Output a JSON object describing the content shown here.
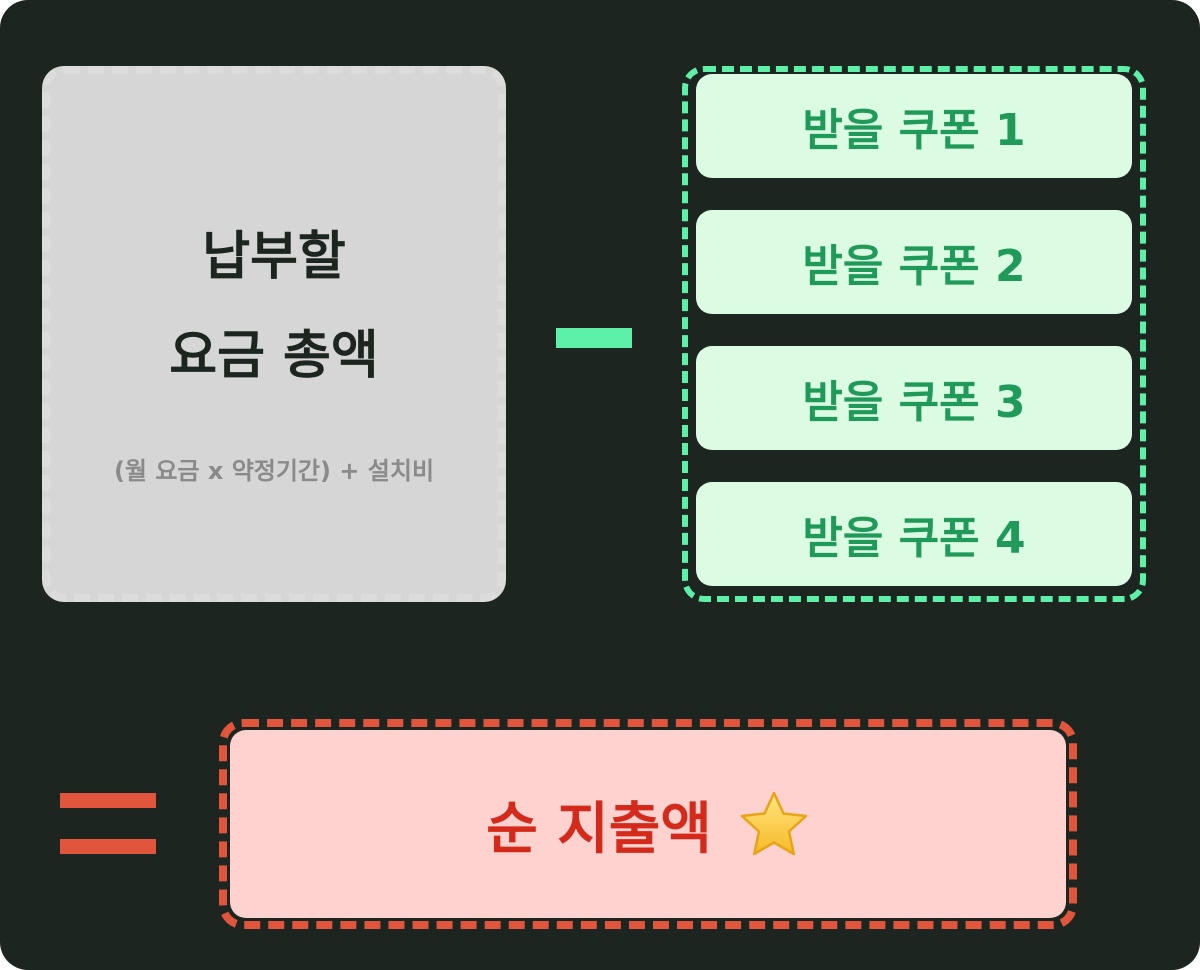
{
  "total": {
    "title_line1": "납부할",
    "title_line2": "요금 총액",
    "subtitle": "(월 요금 x 약정기간) + 설치비"
  },
  "coupons": [
    {
      "label": "받을 쿠폰 1"
    },
    {
      "label": "받을 쿠폰 2"
    },
    {
      "label": "받을 쿠폰 3"
    },
    {
      "label": "받을 쿠폰 4"
    }
  ],
  "result": {
    "label": "순 지출액",
    "icon": "star-icon"
  },
  "colors": {
    "background": "#1c2520",
    "total_box": "#d6d6d6",
    "coupon_border": "#5ef0a6",
    "coupon_fill": "#dcfbe3",
    "coupon_text": "#1f9a58",
    "result_border": "#e0553b",
    "result_fill": "#fed2ce",
    "result_text": "#d42a1c"
  }
}
